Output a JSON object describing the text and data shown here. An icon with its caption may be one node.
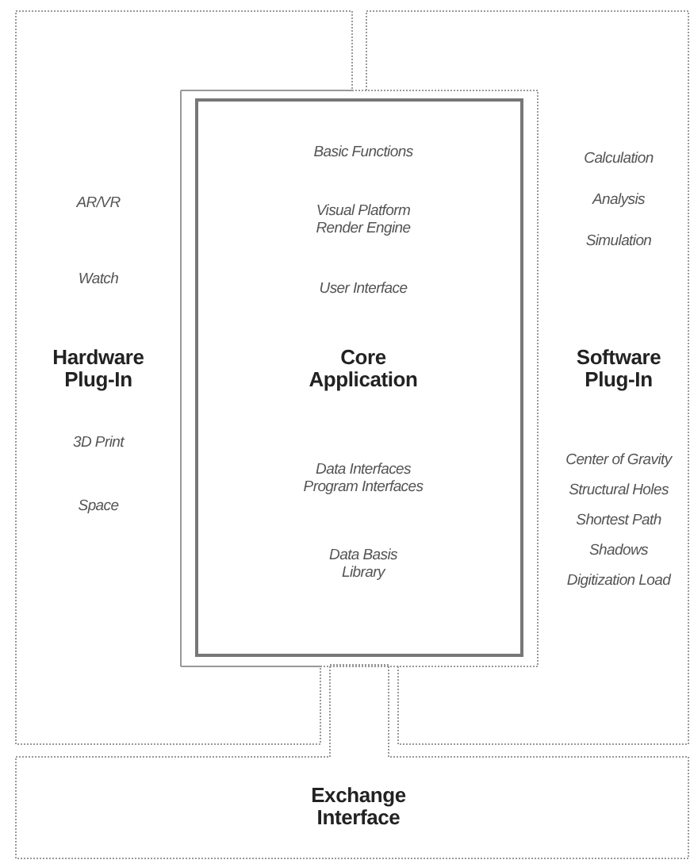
{
  "diagram": {
    "nodes": [
      {
        "text": [
          "AR/VR",
          "Watch",
          "Hardware Plug-In",
          "3D Print",
          "Space"
        ]
      },
      {
        "text": [
          "Basic Functions",
          "Visual Platform Render Engine",
          "User Interface",
          "Core Application",
          "Data Interfaces Program Interfaces",
          "Data Basis Library"
        ]
      },
      {
        "text": [
          "Calculation",
          "Analysis",
          "Simulation",
          "Software Plug-In",
          "Center of Gravity",
          "Structural Holes",
          "Shortest Path",
          "Shadows",
          "Digitization Load"
        ]
      },
      {
        "text": [
          "Exchange Interface"
        ]
      }
    ],
    "edges": []
  }
}
